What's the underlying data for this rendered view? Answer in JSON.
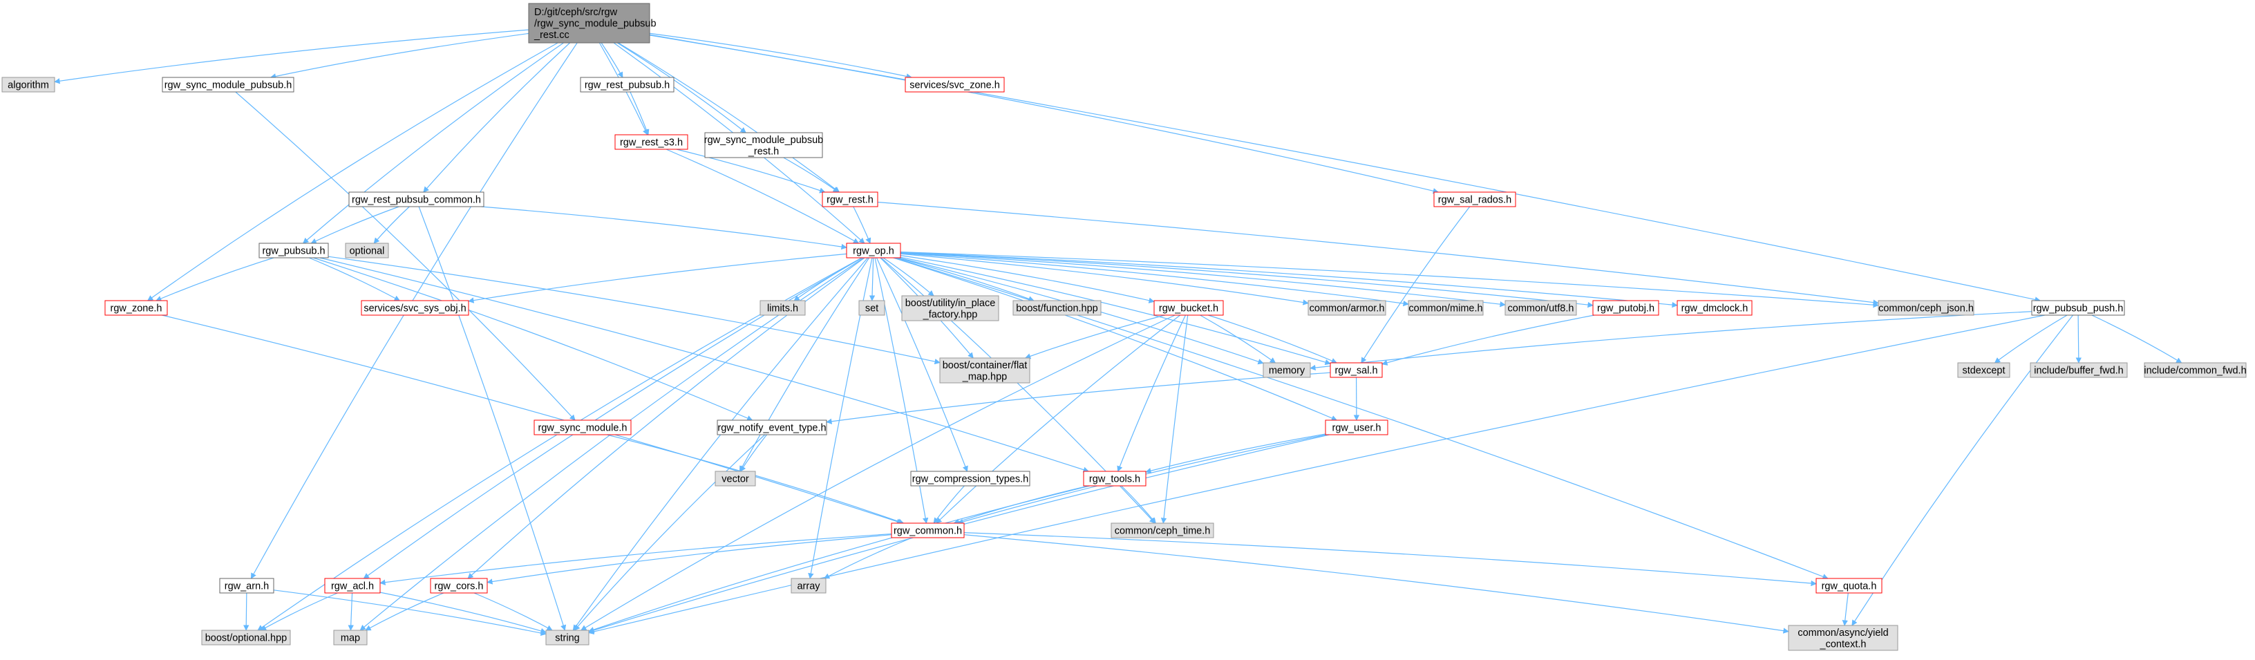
{
  "colors": {
    "edge": "#63b8ff",
    "node_fill_white": "#ffffff",
    "node_fill_gray": "#e0e0e0",
    "node_fill_root": "#999999",
    "border_black": "#666666",
    "border_red": "#ff0000",
    "border_gray": "#999999"
  },
  "legend_note": "",
  "nodes": [
    {
      "id": "root",
      "lines": [
        "D:/git/ceph/src/rgw",
        "/rgw_sync_module_pubsub",
        "_rest.cc"
      ],
      "style": "root"
    },
    {
      "id": "algorithm",
      "lines": [
        "algorithm"
      ],
      "style": "gray"
    },
    {
      "id": "rgw_sync_module_pubsub_h",
      "lines": [
        "rgw_sync_module_pubsub.h"
      ],
      "style": "white"
    },
    {
      "id": "rgw_rest_pubsub_h",
      "lines": [
        "rgw_rest_pubsub.h"
      ],
      "style": "white"
    },
    {
      "id": "rgw_rest_s3_h",
      "lines": [
        "rgw_rest_s3.h"
      ],
      "style": "red"
    },
    {
      "id": "rgw_sync_module_pubsub_rest_h",
      "lines": [
        "rgw_sync_module_pubsub",
        "_rest.h"
      ],
      "style": "white"
    },
    {
      "id": "svc_zone_h",
      "lines": [
        "services/svc_zone.h"
      ],
      "style": "red"
    },
    {
      "id": "rgw_rest_h",
      "lines": [
        "rgw_rest.h"
      ],
      "style": "red"
    },
    {
      "id": "rgw_sal_rados_h",
      "lines": [
        "rgw_sal_rados.h"
      ],
      "style": "red"
    },
    {
      "id": "rgw_rest_pubsub_common_h",
      "lines": [
        "rgw_rest_pubsub_common.h"
      ],
      "style": "white"
    },
    {
      "id": "optional",
      "lines": [
        "optional"
      ],
      "style": "gray"
    },
    {
      "id": "rgw_pubsub_h",
      "lines": [
        "rgw_pubsub.h"
      ],
      "style": "white"
    },
    {
      "id": "rgw_op_h",
      "lines": [
        "rgw_op.h"
      ],
      "style": "red"
    },
    {
      "id": "rgw_zone_h",
      "lines": [
        "rgw_zone.h"
      ],
      "style": "red"
    },
    {
      "id": "svc_sys_obj_h",
      "lines": [
        "services/svc_sys_obj.h"
      ],
      "style": "red"
    },
    {
      "id": "limits_h",
      "lines": [
        "limits.h"
      ],
      "style": "gray"
    },
    {
      "id": "set",
      "lines": [
        "set"
      ],
      "style": "gray"
    },
    {
      "id": "in_place_factory",
      "lines": [
        "boost/utility/in_place",
        "_factory.hpp"
      ],
      "style": "gray"
    },
    {
      "id": "boost_function",
      "lines": [
        "boost/function.hpp"
      ],
      "style": "gray"
    },
    {
      "id": "rgw_bucket_h",
      "lines": [
        "rgw_bucket.h"
      ],
      "style": "red"
    },
    {
      "id": "common_armor_h",
      "lines": [
        "common/armor.h"
      ],
      "style": "gray"
    },
    {
      "id": "common_mime_h",
      "lines": [
        "common/mime.h"
      ],
      "style": "gray"
    },
    {
      "id": "common_utf8_h",
      "lines": [
        "common/utf8.h"
      ],
      "style": "gray"
    },
    {
      "id": "rgw_putobj_h",
      "lines": [
        "rgw_putobj.h"
      ],
      "style": "red"
    },
    {
      "id": "rgw_dmclock_h",
      "lines": [
        "rgw_dmclock.h"
      ],
      "style": "red"
    },
    {
      "id": "common_ceph_json_h",
      "lines": [
        "common/ceph_json.h"
      ],
      "style": "gray"
    },
    {
      "id": "rgw_pubsub_push_h",
      "lines": [
        "rgw_pubsub_push.h"
      ],
      "style": "white"
    },
    {
      "id": "flat_map",
      "lines": [
        "boost/container/flat",
        "_map.hpp"
      ],
      "style": "gray"
    },
    {
      "id": "memory",
      "lines": [
        "memory"
      ],
      "style": "gray"
    },
    {
      "id": "rgw_sal_h",
      "lines": [
        "rgw_sal.h"
      ],
      "style": "red"
    },
    {
      "id": "stdexcept",
      "lines": [
        "stdexcept"
      ],
      "style": "gray"
    },
    {
      "id": "buffer_fwd_h",
      "lines": [
        "include/buffer_fwd.h"
      ],
      "style": "gray"
    },
    {
      "id": "common_fwd_h",
      "lines": [
        "include/common_fwd.h"
      ],
      "style": "gray"
    },
    {
      "id": "rgw_sync_module_h",
      "lines": [
        "rgw_sync_module.h"
      ],
      "style": "red"
    },
    {
      "id": "rgw_notify_event_type_h",
      "lines": [
        "rgw_notify_event_type.h"
      ],
      "style": "white"
    },
    {
      "id": "rgw_user_h",
      "lines": [
        "rgw_user.h"
      ],
      "style": "red"
    },
    {
      "id": "vector",
      "lines": [
        "vector"
      ],
      "style": "gray"
    },
    {
      "id": "rgw_compression_types_h",
      "lines": [
        "rgw_compression_types.h"
      ],
      "style": "white"
    },
    {
      "id": "rgw_tools_h",
      "lines": [
        "rgw_tools.h"
      ],
      "style": "red"
    },
    {
      "id": "common_ceph_time_h",
      "lines": [
        "common/ceph_time.h"
      ],
      "style": "gray"
    },
    {
      "id": "rgw_common_h",
      "lines": [
        "rgw_common.h"
      ],
      "style": "red"
    },
    {
      "id": "rgw_arn_h",
      "lines": [
        "rgw_arn.h"
      ],
      "style": "white"
    },
    {
      "id": "rgw_acl_h",
      "lines": [
        "rgw_acl.h"
      ],
      "style": "red"
    },
    {
      "id": "rgw_cors_h",
      "lines": [
        "rgw_cors.h"
      ],
      "style": "red"
    },
    {
      "id": "array",
      "lines": [
        "array"
      ],
      "style": "gray"
    },
    {
      "id": "rgw_quota_h",
      "lines": [
        "rgw_quota.h"
      ],
      "style": "red"
    },
    {
      "id": "boost_optional",
      "lines": [
        "boost/optional.hpp"
      ],
      "style": "gray"
    },
    {
      "id": "map",
      "lines": [
        "map"
      ],
      "style": "gray"
    },
    {
      "id": "string",
      "lines": [
        "string"
      ],
      "style": "gray"
    },
    {
      "id": "yield_context",
      "lines": [
        "common/async/yield",
        "_context.h"
      ],
      "style": "gray"
    }
  ],
  "edges": [
    [
      "root",
      "algorithm"
    ],
    [
      "root",
      "rgw_sync_module_pubsub_h"
    ],
    [
      "root",
      "rgw_rest_pubsub_h"
    ],
    [
      "root",
      "rgw_rest_s3_h"
    ],
    [
      "root",
      "rgw_sync_module_pubsub_rest_h"
    ],
    [
      "root",
      "svc_zone_h"
    ],
    [
      "root",
      "rgw_rest_h"
    ],
    [
      "root",
      "rgw_sal_rados_h"
    ],
    [
      "root",
      "rgw_rest_pubsub_common_h"
    ],
    [
      "root",
      "rgw_pubsub_h"
    ],
    [
      "root",
      "rgw_op_h"
    ],
    [
      "root",
      "rgw_zone_h"
    ],
    [
      "root",
      "rgw_arn_h"
    ],
    [
      "root",
      "rgw_pubsub_push_h"
    ],
    [
      "rgw_sync_module_pubsub_h",
      "rgw_sync_module_h"
    ],
    [
      "rgw_rest_pubsub_h",
      "rgw_rest_s3_h"
    ],
    [
      "rgw_rest_s3_h",
      "rgw_rest_h"
    ],
    [
      "rgw_rest_s3_h",
      "rgw_op_h"
    ],
    [
      "rgw_sync_module_pubsub_rest_h",
      "rgw_rest_h"
    ],
    [
      "rgw_rest_h",
      "rgw_op_h"
    ],
    [
      "rgw_rest_h",
      "common_ceph_json_h"
    ],
    [
      "rgw_sal_rados_h",
      "rgw_sal_h"
    ],
    [
      "rgw_rest_pubsub_common_h",
      "optional"
    ],
    [
      "rgw_rest_pubsub_common_h",
      "rgw_pubsub_h"
    ],
    [
      "rgw_rest_pubsub_common_h",
      "rgw_op_h"
    ],
    [
      "rgw_rest_pubsub_common_h",
      "string"
    ],
    [
      "rgw_pubsub_h",
      "rgw_zone_h"
    ],
    [
      "rgw_pubsub_h",
      "svc_sys_obj_h"
    ],
    [
      "rgw_pubsub_h",
      "rgw_notify_event_type_h"
    ],
    [
      "rgw_pubsub_h",
      "rgw_tools_h"
    ],
    [
      "rgw_pubsub_h",
      "flat_map"
    ],
    [
      "rgw_zone_h",
      "rgw_common_h"
    ],
    [
      "rgw_op_h",
      "svc_sys_obj_h"
    ],
    [
      "rgw_op_h",
      "limits_h"
    ],
    [
      "rgw_op_h",
      "set"
    ],
    [
      "rgw_op_h",
      "in_place_factory"
    ],
    [
      "rgw_op_h",
      "boost_function"
    ],
    [
      "rgw_op_h",
      "rgw_bucket_h"
    ],
    [
      "rgw_op_h",
      "common_armor_h"
    ],
    [
      "rgw_op_h",
      "common_mime_h"
    ],
    [
      "rgw_op_h",
      "common_utf8_h"
    ],
    [
      "rgw_op_h",
      "rgw_putobj_h"
    ],
    [
      "rgw_op_h",
      "rgw_dmclock_h"
    ],
    [
      "rgw_op_h",
      "common_ceph_json_h"
    ],
    [
      "rgw_op_h",
      "flat_map"
    ],
    [
      "rgw_op_h",
      "memory"
    ],
    [
      "rgw_op_h",
      "rgw_sal_h"
    ],
    [
      "rgw_op_h",
      "rgw_user_h"
    ],
    [
      "rgw_op_h",
      "vector"
    ],
    [
      "rgw_op_h",
      "rgw_compression_types_h"
    ],
    [
      "rgw_op_h",
      "rgw_common_h"
    ],
    [
      "rgw_op_h",
      "rgw_acl_h"
    ],
    [
      "rgw_op_h",
      "rgw_cors_h"
    ],
    [
      "rgw_op_h",
      "array"
    ],
    [
      "rgw_op_h",
      "rgw_quota_h"
    ],
    [
      "rgw_op_h",
      "boost_optional"
    ],
    [
      "rgw_op_h",
      "map"
    ],
    [
      "rgw_op_h",
      "string"
    ],
    [
      "rgw_op_h",
      "common_ceph_time_h"
    ],
    [
      "rgw_bucket_h",
      "flat_map"
    ],
    [
      "rgw_bucket_h",
      "memory"
    ],
    [
      "rgw_bucket_h",
      "rgw_sal_h"
    ],
    [
      "rgw_bucket_h",
      "rgw_tools_h"
    ],
    [
      "rgw_bucket_h",
      "common_ceph_time_h"
    ],
    [
      "rgw_bucket_h",
      "rgw_common_h"
    ],
    [
      "rgw_bucket_h",
      "string"
    ],
    [
      "rgw_putobj_h",
      "rgw_sal_h"
    ],
    [
      "rgw_pubsub_push_h",
      "memory"
    ],
    [
      "rgw_pubsub_push_h",
      "stdexcept"
    ],
    [
      "rgw_pubsub_push_h",
      "buffer_fwd_h"
    ],
    [
      "rgw_pubsub_push_h",
      "common_fwd_h"
    ],
    [
      "rgw_pubsub_push_h",
      "yield_context"
    ],
    [
      "rgw_pubsub_push_h",
      "string"
    ],
    [
      "rgw_sal_h",
      "rgw_user_h"
    ],
    [
      "rgw_sal_h",
      "rgw_notify_event_type_h"
    ],
    [
      "rgw_sync_module_h",
      "rgw_common_h"
    ],
    [
      "rgw_notify_event_type_h",
      "vector"
    ],
    [
      "rgw_notify_event_type_h",
      "string"
    ],
    [
      "rgw_user_h",
      "rgw_tools_h"
    ],
    [
      "rgw_user_h",
      "rgw_common_h"
    ],
    [
      "rgw_user_h",
      "string"
    ],
    [
      "rgw_compression_types_h",
      "rgw_common_h"
    ],
    [
      "rgw_tools_h",
      "rgw_common_h"
    ],
    [
      "rgw_tools_h",
      "common_ceph_time_h"
    ],
    [
      "rgw_tools_h",
      "string"
    ],
    [
      "rgw_common_h",
      "rgw_acl_h"
    ],
    [
      "rgw_common_h",
      "rgw_cors_h"
    ],
    [
      "rgw_common_h",
      "array"
    ],
    [
      "rgw_common_h",
      "rgw_quota_h"
    ],
    [
      "rgw_common_h",
      "yield_context"
    ],
    [
      "rgw_arn_h",
      "boost_optional"
    ],
    [
      "rgw_arn_h",
      "string"
    ],
    [
      "rgw_acl_h",
      "boost_optional"
    ],
    [
      "rgw_acl_h",
      "map"
    ],
    [
      "rgw_acl_h",
      "string"
    ],
    [
      "rgw_cors_h",
      "map"
    ],
    [
      "rgw_cors_h",
      "string"
    ],
    [
      "rgw_quota_h",
      "yield_context"
    ]
  ]
}
